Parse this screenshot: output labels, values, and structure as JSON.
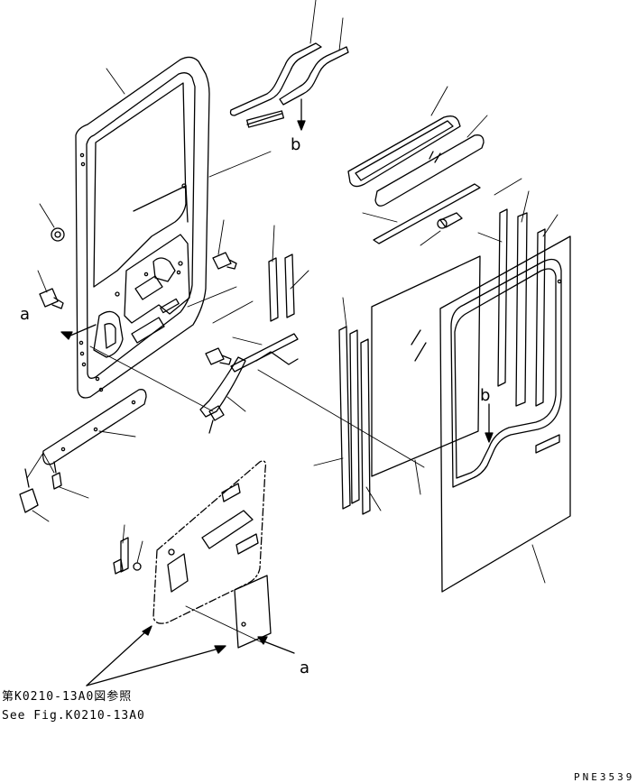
{
  "labels": {
    "callout_a": "a",
    "callout_b": "b",
    "ref_jp": "第K0210-13A0図参照",
    "ref_en": "See Fig.K0210-13A0",
    "drawing_code": "PNE3539"
  },
  "colors": {
    "line": "#000000",
    "background": "#ffffff"
  }
}
